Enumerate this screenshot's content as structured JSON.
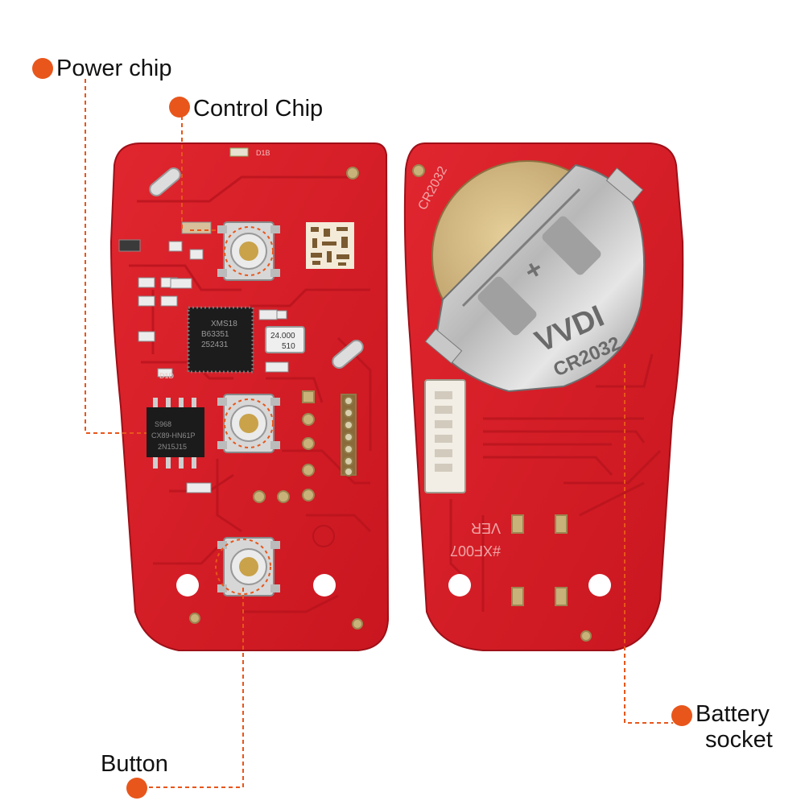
{
  "colors": {
    "pcb": "#d9202a",
    "pcb_dark": "#b3121c",
    "trace": "#c41a24",
    "pad": "#c9b27a",
    "callout": "#e8561b",
    "text": "#111111"
  },
  "callouts": {
    "power_chip": "Power chip",
    "control_chip": "Control Chip",
    "button": "Button",
    "battery_line1": "Battery",
    "battery_line2": "socket"
  },
  "front_board": {
    "mcu_marking": [
      "XMS18",
      "B63351",
      "252431"
    ],
    "crystal_marking": [
      "24.000",
      "510"
    ],
    "power_ic_marking": [
      "S968",
      "CX89-HN61P",
      "2N15J15"
    ],
    "silkscreen": [
      "D1B",
      "D1D"
    ]
  },
  "back_board": {
    "cell_marking": "CR2032",
    "holder_brand": "VVDI",
    "holder_cell": "CR2032",
    "holder_polarity": "+",
    "board_code": "#XF007",
    "board_ver": "VER"
  }
}
